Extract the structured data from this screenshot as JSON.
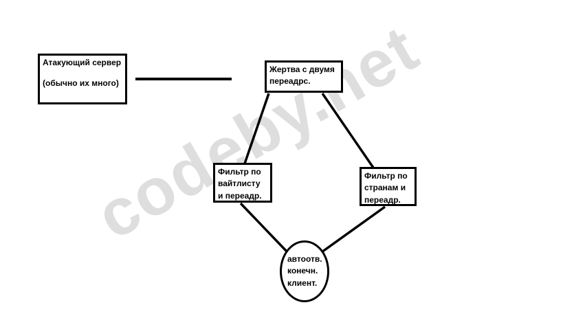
{
  "watermark": "codeby.net",
  "nodes": {
    "attacker": {
      "line1": "Атакующий сервер",
      "line2": "(обычно их много)"
    },
    "victim": {
      "label": "Жертва с двумя переадрс."
    },
    "filter_whitelist": {
      "label": "Фильтр по вайтлисту и переадр."
    },
    "filter_country": {
      "label": "Фильтр по странам и переадр."
    },
    "client": {
      "label": "автоотв. конечн. клиент."
    }
  },
  "colors": {
    "edge": "#000000",
    "watermark": "#c4c4c4",
    "border": "#000000",
    "background": "#ffffff"
  }
}
